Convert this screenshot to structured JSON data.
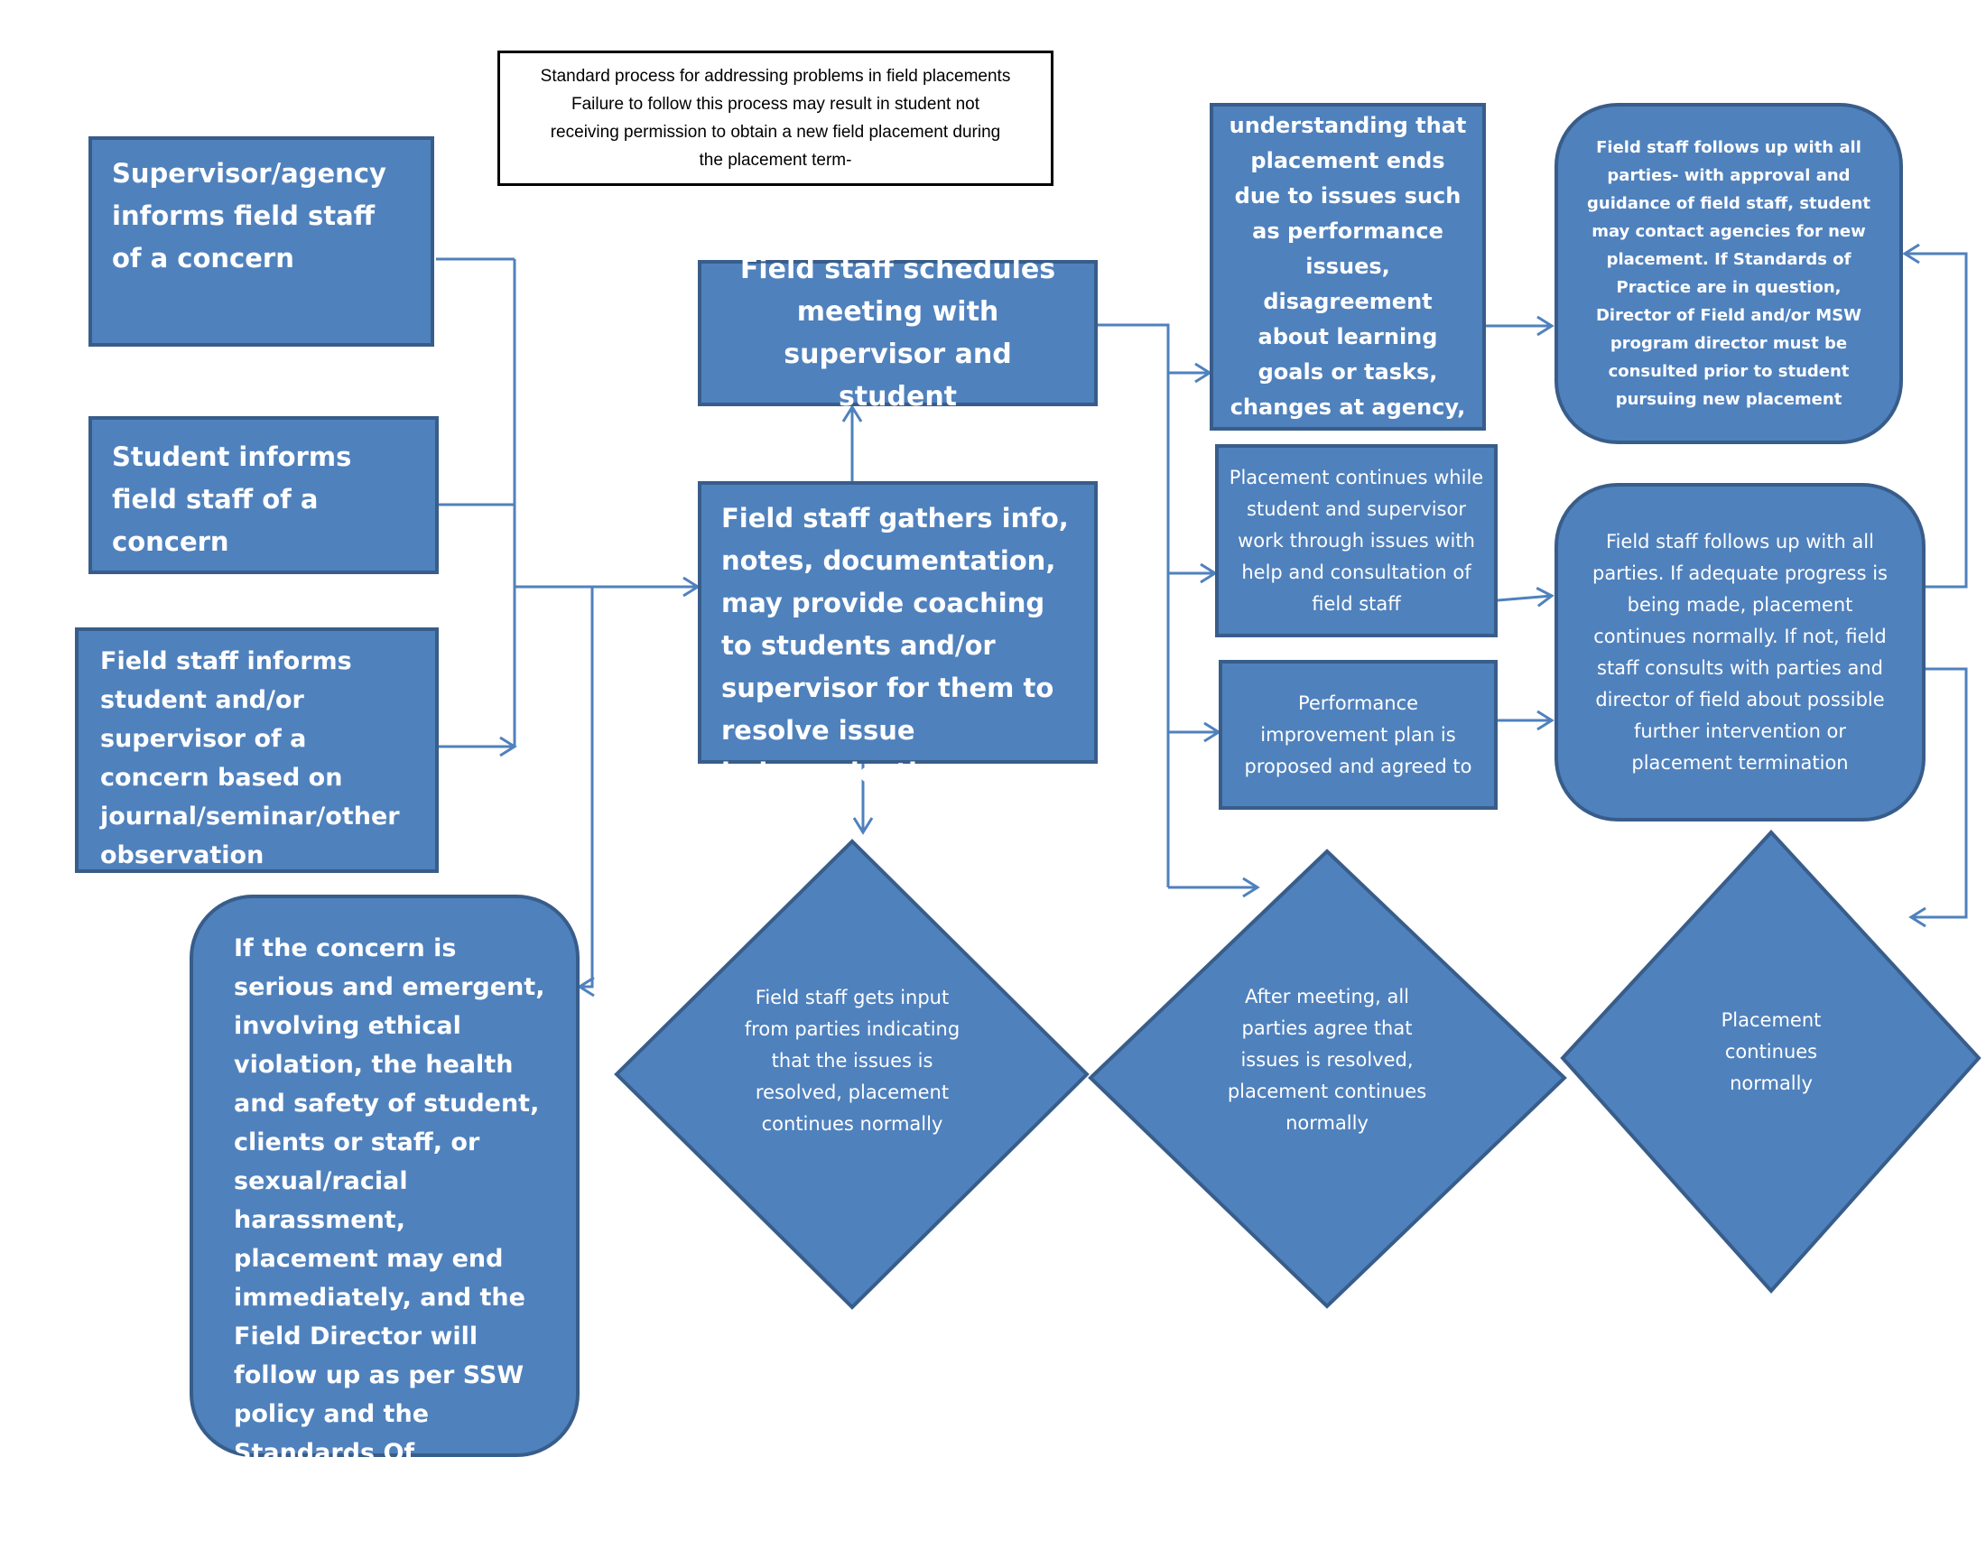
{
  "header": {
    "line1": "Standard process for addressing problems in field placements",
    "line2": "Failure to follow this process may result in student not",
    "line3": "receiving permission to obtain a new field placement during",
    "line4": "the placement term-"
  },
  "nodes": {
    "supervisor_informs": "Supervisor/agency informs field staff of a concern",
    "student_informs": "Student informs field staff of a concern",
    "field_staff_informs": "Field staff informs student and/or supervisor of a concern based on journal/seminar/other observation",
    "serious_concern": "If the concern is serious and emergent, involving ethical violation, the health and safety of student, clients or staff, or sexual/racial harassment, placement may end immediately, and the Field Director will follow up as per SSW policy and the Standards Of Performance in the MSW program",
    "schedules_meeting": "Field staff schedules meeting with supervisor and student",
    "gathers_info": "Field staff gathers info, notes, documentation, may provide coaching to students and/or supervisor for them to resolve issue independently",
    "mutual_understanding": "Mutual understanding that placement ends due to issues such as performance issues, disagreement about learning goals or tasks, changes at agency, or poor match",
    "placement_continues_work": "Placement continues while student and supervisor work through issues with help and consultation of field staff",
    "performance_plan": "Performance improvement plan is proposed and agreed to",
    "follow_up_new_placement": "Field staff follows up with all parties- with approval and guidance of field staff, student may contact agencies for new placement. If Standards of Practice are in question, Director of Field and/or MSW program director must be consulted prior to student pursuing new placement",
    "follow_up_progress": "Field staff follows up with all parties. If adequate progress is being made, placement continues normally. If not, field staff consults with parties and director of field about possible further intervention or placement termination",
    "diamond_input": "Field staff gets input from parties indicating that the issues is resolved, placement continues normally",
    "diamond_after_meeting": "After meeting, all parties agree that issues is resolved, placement continues normally",
    "diamond_continues": "Placement continues normally"
  },
  "colors": {
    "box_fill": "#4f81bd",
    "box_border": "#385d8a",
    "connector": "#4f81bd",
    "text": "#ffffff"
  }
}
